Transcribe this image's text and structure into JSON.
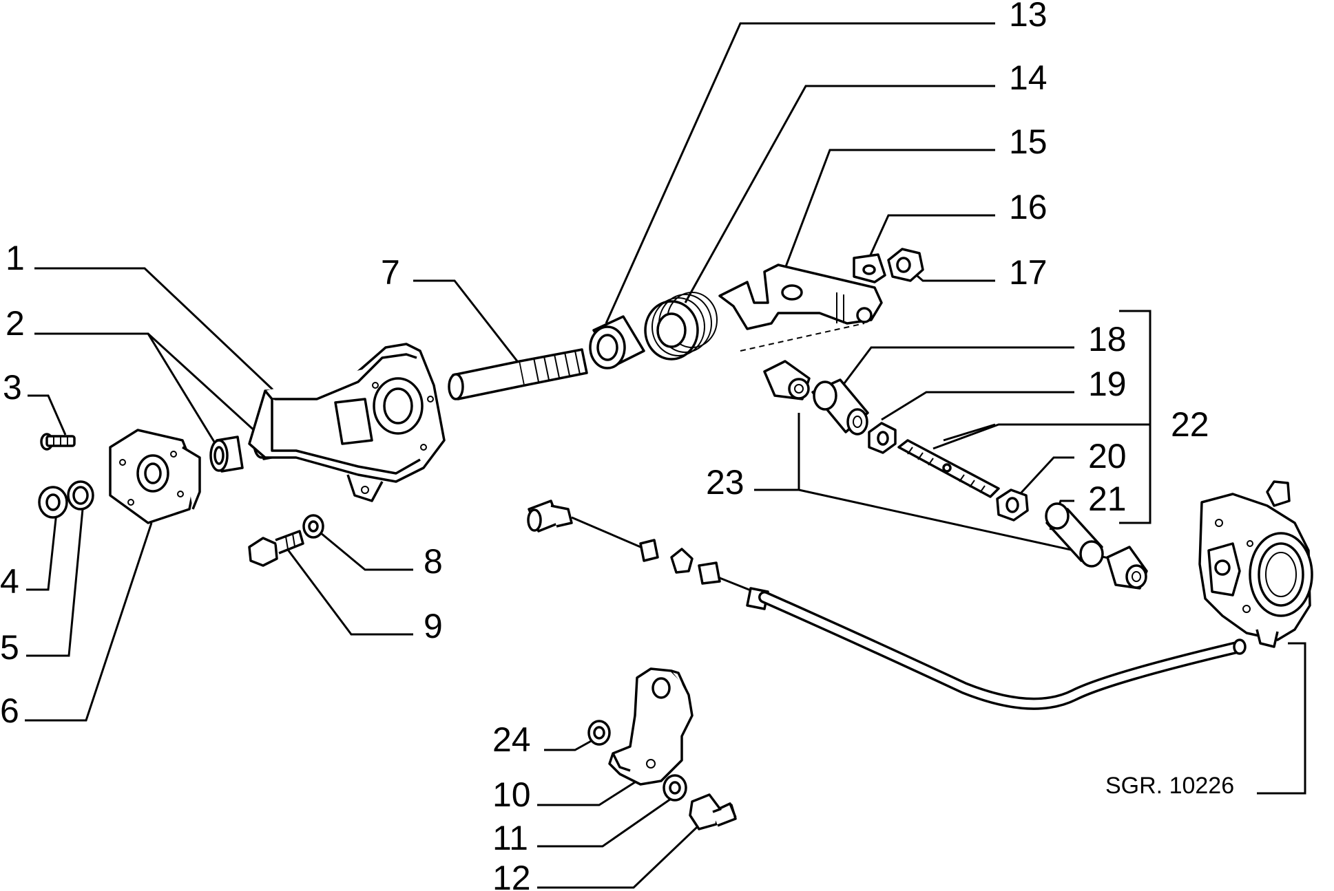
{
  "callouts": [
    {
      "id": "1",
      "label": "1"
    },
    {
      "id": "2",
      "label": "2"
    },
    {
      "id": "3",
      "label": "3"
    },
    {
      "id": "4",
      "label": "4"
    },
    {
      "id": "5",
      "label": "5"
    },
    {
      "id": "6",
      "label": "6"
    },
    {
      "id": "7",
      "label": "7"
    },
    {
      "id": "8",
      "label": "8"
    },
    {
      "id": "9",
      "label": "9"
    },
    {
      "id": "10",
      "label": "10"
    },
    {
      "id": "11",
      "label": "11"
    },
    {
      "id": "12",
      "label": "12"
    },
    {
      "id": "13",
      "label": "13"
    },
    {
      "id": "14",
      "label": "14"
    },
    {
      "id": "15",
      "label": "15"
    },
    {
      "id": "16",
      "label": "16"
    },
    {
      "id": "17",
      "label": "17"
    },
    {
      "id": "18",
      "label": "18"
    },
    {
      "id": "19",
      "label": "19"
    },
    {
      "id": "20",
      "label": "20"
    },
    {
      "id": "21",
      "label": "21"
    },
    {
      "id": "22",
      "label": "22"
    },
    {
      "id": "23",
      "label": "23"
    },
    {
      "id": "24",
      "label": "24"
    }
  ],
  "reference": "SGR. 10226"
}
